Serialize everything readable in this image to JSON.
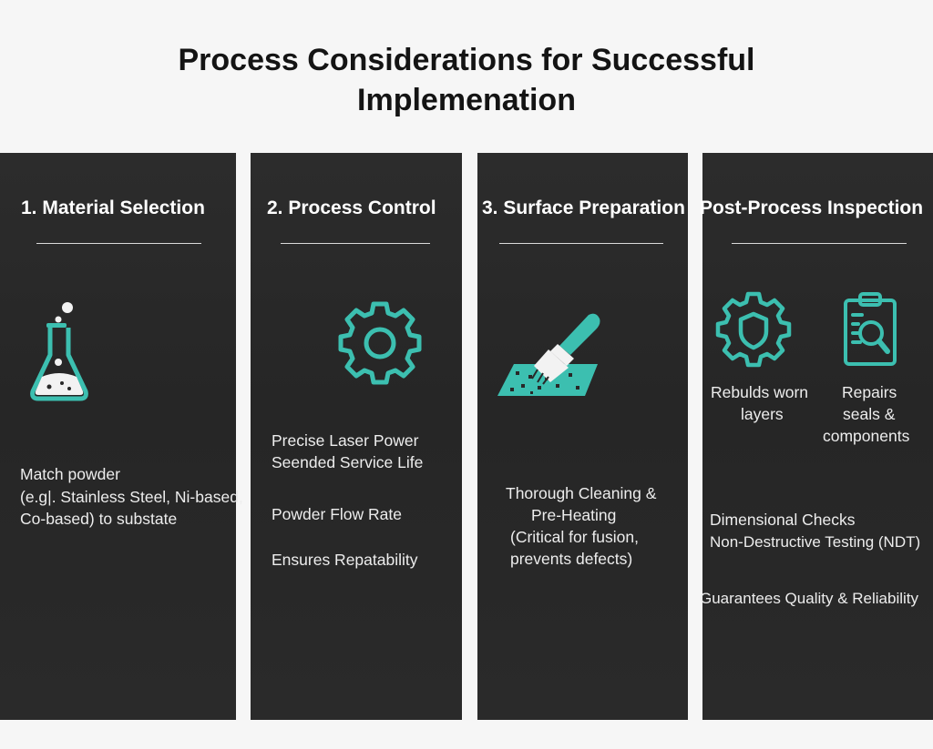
{
  "title": {
    "line1": "Process Considerations for Successful",
    "line2": "Implemenation"
  },
  "columns": [
    {
      "heading": "1. Material Selection",
      "icon": "flask-icon",
      "lines": [
        "Match powder",
        "(e.g|. Stainless Steel, Ni-based,",
        "Co-based) to substate"
      ]
    },
    {
      "heading": "2. Process Control",
      "icon": "gear-icon",
      "lines": [
        "Precise Laser Power",
        "Seended Service Life",
        "Powder Flow Rate",
        "Ensures Repatability"
      ]
    },
    {
      "heading": "3. Surface Preparation",
      "icon": "brush-icon",
      "lines": [
        "Thorough Cleaning &",
        "Pre-Heating",
        "(Critical for fusion,",
        "prevents defects)"
      ]
    },
    {
      "heading": "Post-Process Inspection",
      "icons": [
        "shield-gear-icon",
        "clipboard-magnifier-icon"
      ],
      "icon_labels": [
        [
          "Rebulds worn",
          "layers"
        ],
        [
          "Repairs",
          "seals &",
          "components"
        ]
      ],
      "lines": [
        "Dimensional Checks",
        "Non-Destructive Testing (NDT)",
        "Guarantees Quality & Reliability"
      ]
    }
  ],
  "colors": {
    "accent": "#3cbfb0",
    "panel": "#282828",
    "background": "#f6f6f6",
    "title_text": "#141414"
  }
}
